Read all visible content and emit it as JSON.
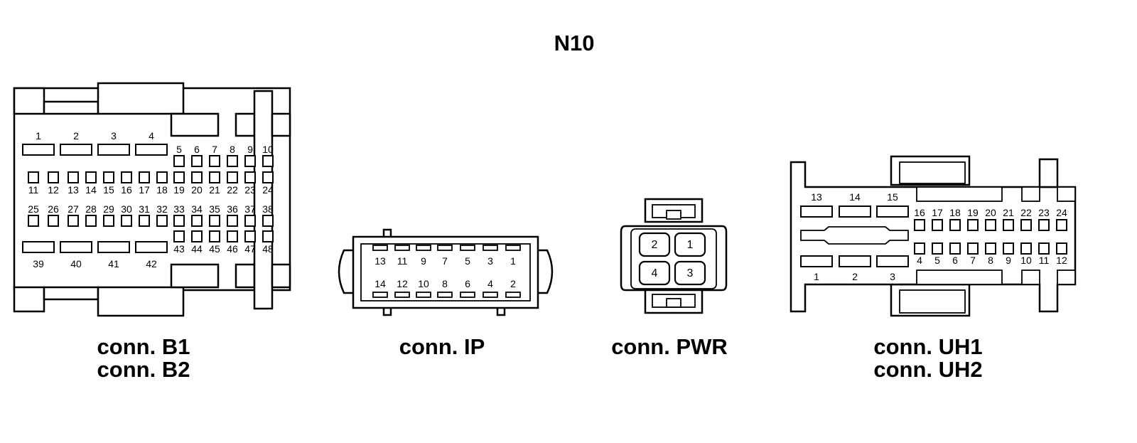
{
  "title": "N10",
  "connectors": {
    "b": {
      "caption_1": "conn. B1",
      "caption_2": "conn. B2",
      "pins_top_wide": [
        "1",
        "2",
        "3",
        "4"
      ],
      "pins_top_small": [
        "5",
        "6",
        "7",
        "8",
        "9",
        "10"
      ],
      "pins_row2": [
        "11",
        "12",
        "13",
        "14",
        "15",
        "16",
        "17",
        "18",
        "19",
        "20",
        "21",
        "22",
        "23",
        "24"
      ],
      "pins_row3": [
        "25",
        "26",
        "27",
        "28",
        "29",
        "30",
        "31",
        "32",
        "33",
        "34",
        "35",
        "36",
        "37",
        "38"
      ],
      "pins_bottom_wide": [
        "39",
        "40",
        "41",
        "42"
      ],
      "pins_bottom_small": [
        "43",
        "44",
        "45",
        "46",
        "47",
        "48"
      ]
    },
    "ip": {
      "caption": "conn. IP",
      "pins_top": [
        "13",
        "11",
        "9",
        "7",
        "5",
        "3",
        "1"
      ],
      "pins_bottom": [
        "14",
        "12",
        "10",
        "8",
        "6",
        "4",
        "2"
      ]
    },
    "pwr": {
      "caption": "conn. PWR",
      "pins": [
        "2",
        "1",
        "4",
        "3"
      ]
    },
    "uh": {
      "caption_1": "conn. UH1",
      "caption_2": "conn. UH2",
      "pins_top_wide": [
        "13",
        "14",
        "15"
      ],
      "pins_top_small": [
        "16",
        "17",
        "18",
        "19",
        "20",
        "21",
        "22",
        "23",
        "24"
      ],
      "pins_bottom_wide": [
        "1",
        "2",
        "3"
      ],
      "pins_bottom_small": [
        "4",
        "5",
        "6",
        "7",
        "8",
        "9",
        "10",
        "11",
        "12"
      ]
    }
  }
}
